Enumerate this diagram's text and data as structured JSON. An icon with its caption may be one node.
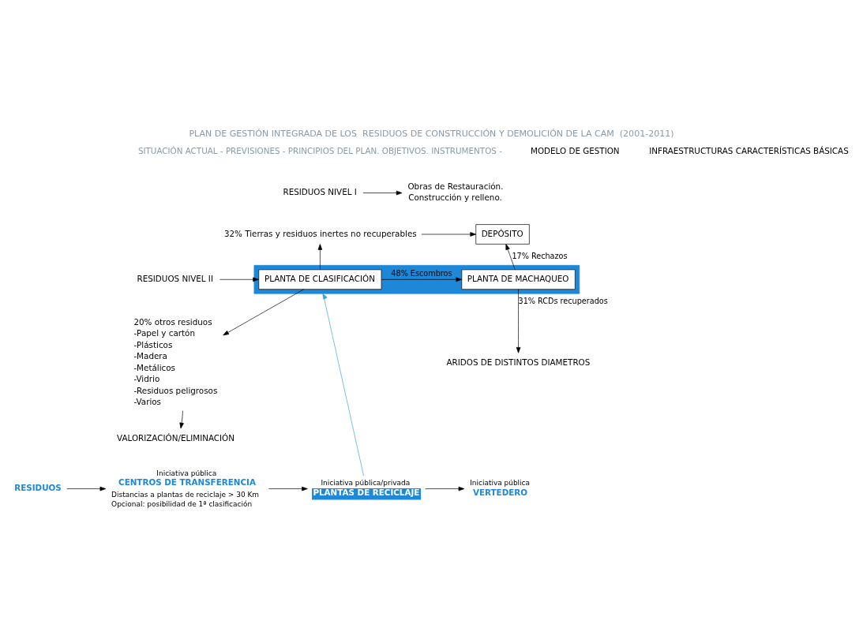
{
  "diagram": {
    "title": "PLAN DE GESTIÓN INTEGRADA DE LOS  RESIDUOS DE CONSTRUCCIÓN Y DEMOLICIÓN DE LA CAM  (2001-2011)",
    "nodes": [
      {
        "text": [
          "RESIDUOS NIVEL I"
        ]
      },
      {
        "text": [
          "Obras de Restauración.",
          "Construcción y relleno."
        ]
      },
      {
        "text": [
          "32% Tierras y residuos inertes no recuperables"
        ]
      },
      {
        "text": [
          "DEPÓSITO"
        ]
      },
      {
        "text": [],
        "shape": "bar"
      },
      {
        "text": [
          "PLANTA DE CLASIFICACIÓN"
        ],
        "in": 4
      },
      {
        "text": [
          "PLANTA DE MACHAQUEO"
        ],
        "in": 4
      },
      {
        "text": [
          "RESIDUOS NIVEL II"
        ]
      },
      {
        "text": [
          "20% otros residuos",
          "-Papel y cartón",
          "-Plásticos",
          "-Madera",
          "-Metálicos",
          "-Vidrio",
          "-Residuos peligrosos",
          "-Varios"
        ]
      },
      {
        "text": [
          "VALORIZACIÓN/ELIMINACIÓN"
        ]
      },
      {
        "text": [
          "ARIDOS DE DISTINTOS DIAMETROS"
        ]
      },
      {
        "text": [
          "RESIDUOS"
        ]
      },
      {
        "text": [
          "CENTROS DE TRANSFERENCIA"
        ],
        "beside": [
          "Iniciativa pública",
          "Distancias a plantas de reciclaje > 30 Km",
          "Opcional: posibilidad de 1ª clasificación"
        ]
      },
      {
        "text": [
          "PLANTAS DE RECICLAJE"
        ],
        "beside": [
          "Iniciativa pública/privada"
        ]
      },
      {
        "text": [
          "VERTEDERO"
        ],
        "beside": [
          "Iniciativa pública"
        ]
      }
    ],
    "edges": [
      {
        "from": 0,
        "to": 1,
        "arrow": "to"
      },
      {
        "from": 7,
        "to": 5,
        "arrow": "to"
      },
      {
        "from": 5,
        "to": 2,
        "arrow": "to"
      },
      {
        "from": 2,
        "to": 3,
        "arrow": "to"
      },
      {
        "from": 5,
        "to": 6,
        "arrow": "to",
        "label": "48% Escombros"
      },
      {
        "from": 6,
        "to": 3,
        "arrow": "to",
        "label": "17% Rechazos"
      },
      {
        "from": 5,
        "to": 8,
        "arrow": "to"
      },
      {
        "from": 8,
        "to": 9,
        "arrow": "to"
      },
      {
        "from": 6,
        "to": 10,
        "arrow": "to",
        "label": "31% RCDs recuperados"
      },
      {
        "from": 11,
        "to": 12,
        "arrow": "to"
      },
      {
        "from": 12,
        "to": 13,
        "arrow": "to"
      },
      {
        "from": 13,
        "to": 14,
        "arrow": "to"
      },
      {
        "from": 13,
        "to": 4,
        "arrow": "to",
        "color": "#3ba0e0"
      }
    ],
    "labels": [
      "SITUACIÓN ACTUAL - PREVISIONES - PRINCIPIOS DEL PLAN. OBJETIVOS. INSTRUMENTOS -",
      "MODELO DE GESTION",
      "INFRAESTRUCTURAS CARACTERÍSTICAS BÁSICAS"
    ]
  }
}
